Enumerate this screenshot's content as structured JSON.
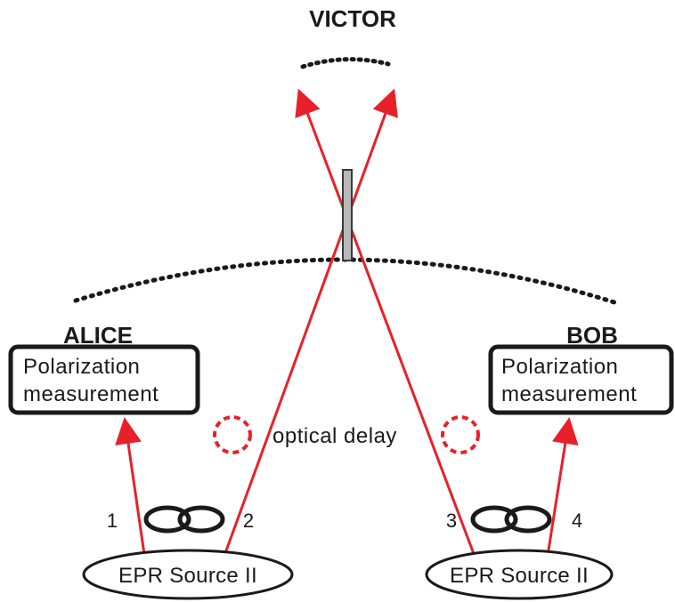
{
  "labels": {
    "victor": "VICTOR",
    "alice": "ALICE",
    "bob": "BOB"
  },
  "boxes": {
    "alice": {
      "line1": "Polarization",
      "line2": "measurement"
    },
    "bob": {
      "line1": "Polarization",
      "line2": "measurement"
    }
  },
  "delay_label": "optical delay",
  "photon_numbers": [
    "1",
    "2",
    "3",
    "4"
  ],
  "sources": {
    "left": "EPR Source II",
    "right": "EPR Source II"
  },
  "colors": {
    "beam": "#e8202a",
    "delay_circle": "#e8202a",
    "ink": "#1a1a1a",
    "beam_splitter": "#b8b8b8"
  }
}
